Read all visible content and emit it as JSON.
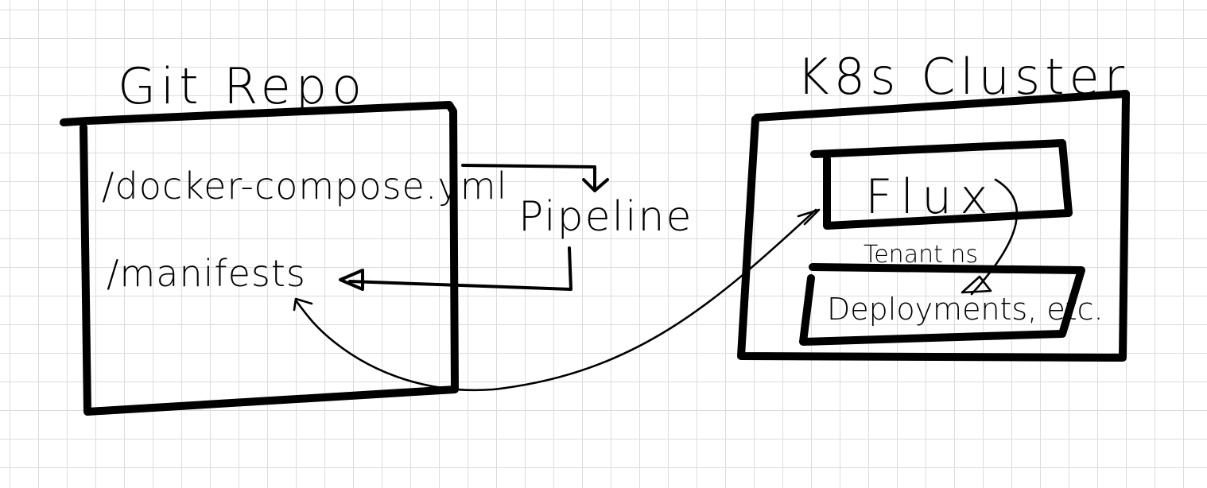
{
  "git_repo": {
    "title": "Git Repo",
    "items": [
      "/docker-compose.yml",
      "/manifests"
    ]
  },
  "pipeline": {
    "label": "Pipeline"
  },
  "k8s_cluster": {
    "title": "K8s Cluster",
    "flux_label": "Flux",
    "tenant_label": "Tenant ns",
    "deployments_label": "Deployments, etc."
  }
}
